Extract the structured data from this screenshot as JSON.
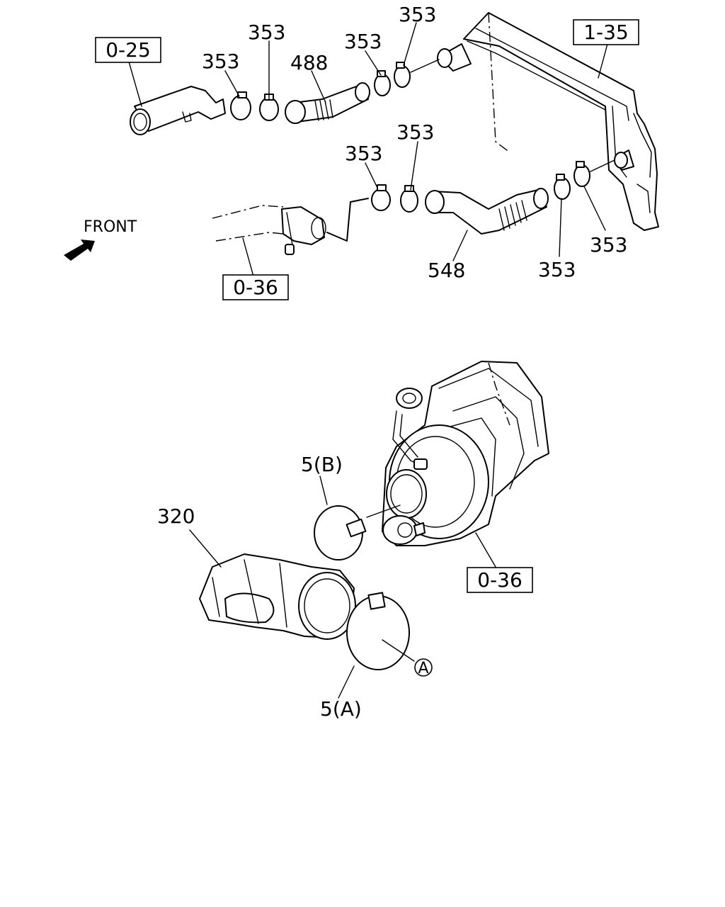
{
  "labels": {
    "ref_0_25": "0-25",
    "ref_1_35": "1-35",
    "ref_0_36_top": "0-36",
    "ref_0_36_bottom": "0-36",
    "p353_a": "353",
    "p353_b": "353",
    "p353_c": "353",
    "p353_d": "353",
    "p353_e": "353",
    "p353_f": "353",
    "p353_g": "353",
    "p353_h": "353",
    "p488": "488",
    "p548": "548",
    "p320": "320",
    "p5b": "5(B)",
    "p5a": "5(A)",
    "front": "FRONT",
    "circle_a": "A"
  },
  "colors": {
    "ink": "#000000",
    "paper": "#ffffff"
  },
  "icons": {
    "front_arrow": "front-arrow-icon"
  }
}
